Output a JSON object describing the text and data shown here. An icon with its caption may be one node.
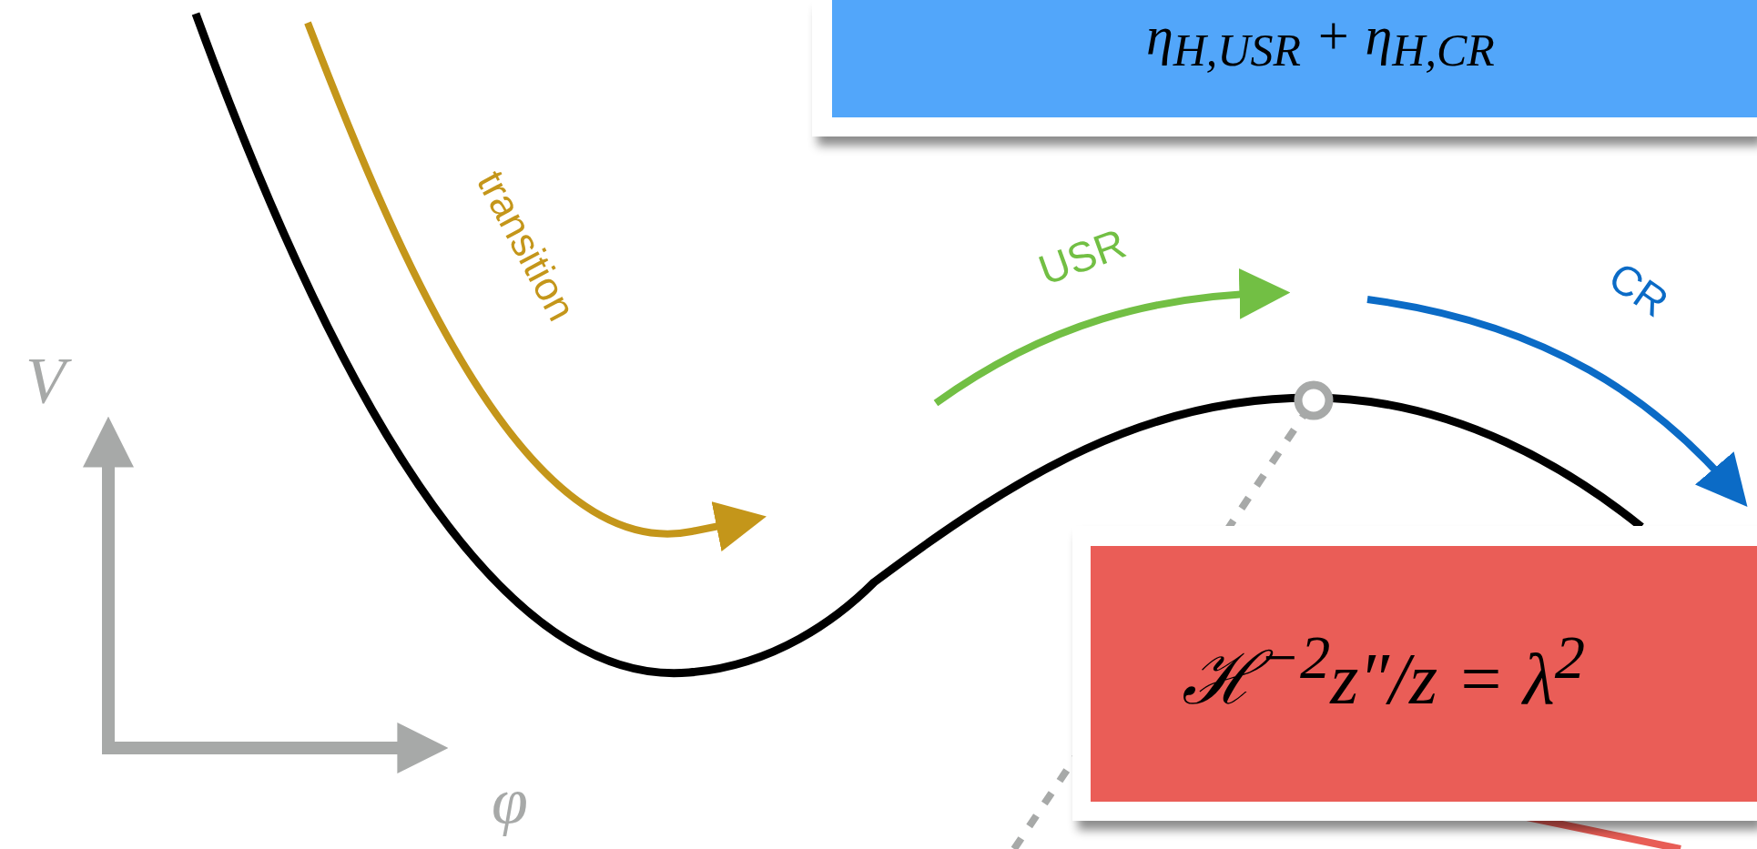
{
  "diagram": {
    "nodes": [
      {
        "text": [
          "η$_{H,USR}$ + η$_{H,CR}$"
        ]
      },
      {
        "text": [
          "ℋ$^{−2}$z″/z = λ$^{2}$"
        ]
      },
      {
        "text": [],
        "shape": "circle"
      }
    ],
    "edges": [
      {
        "from": null,
        "to": 2,
        "arrow": "none",
        "style": "dashed",
        "color": "#a7a9a8"
      },
      {
        "from": 1,
        "to": null,
        "arrow": "none",
        "color": "#e85d56"
      }
    ],
    "labels": [
      "transition",
      "USR",
      "CR",
      "V",
      "φ"
    ]
  }
}
